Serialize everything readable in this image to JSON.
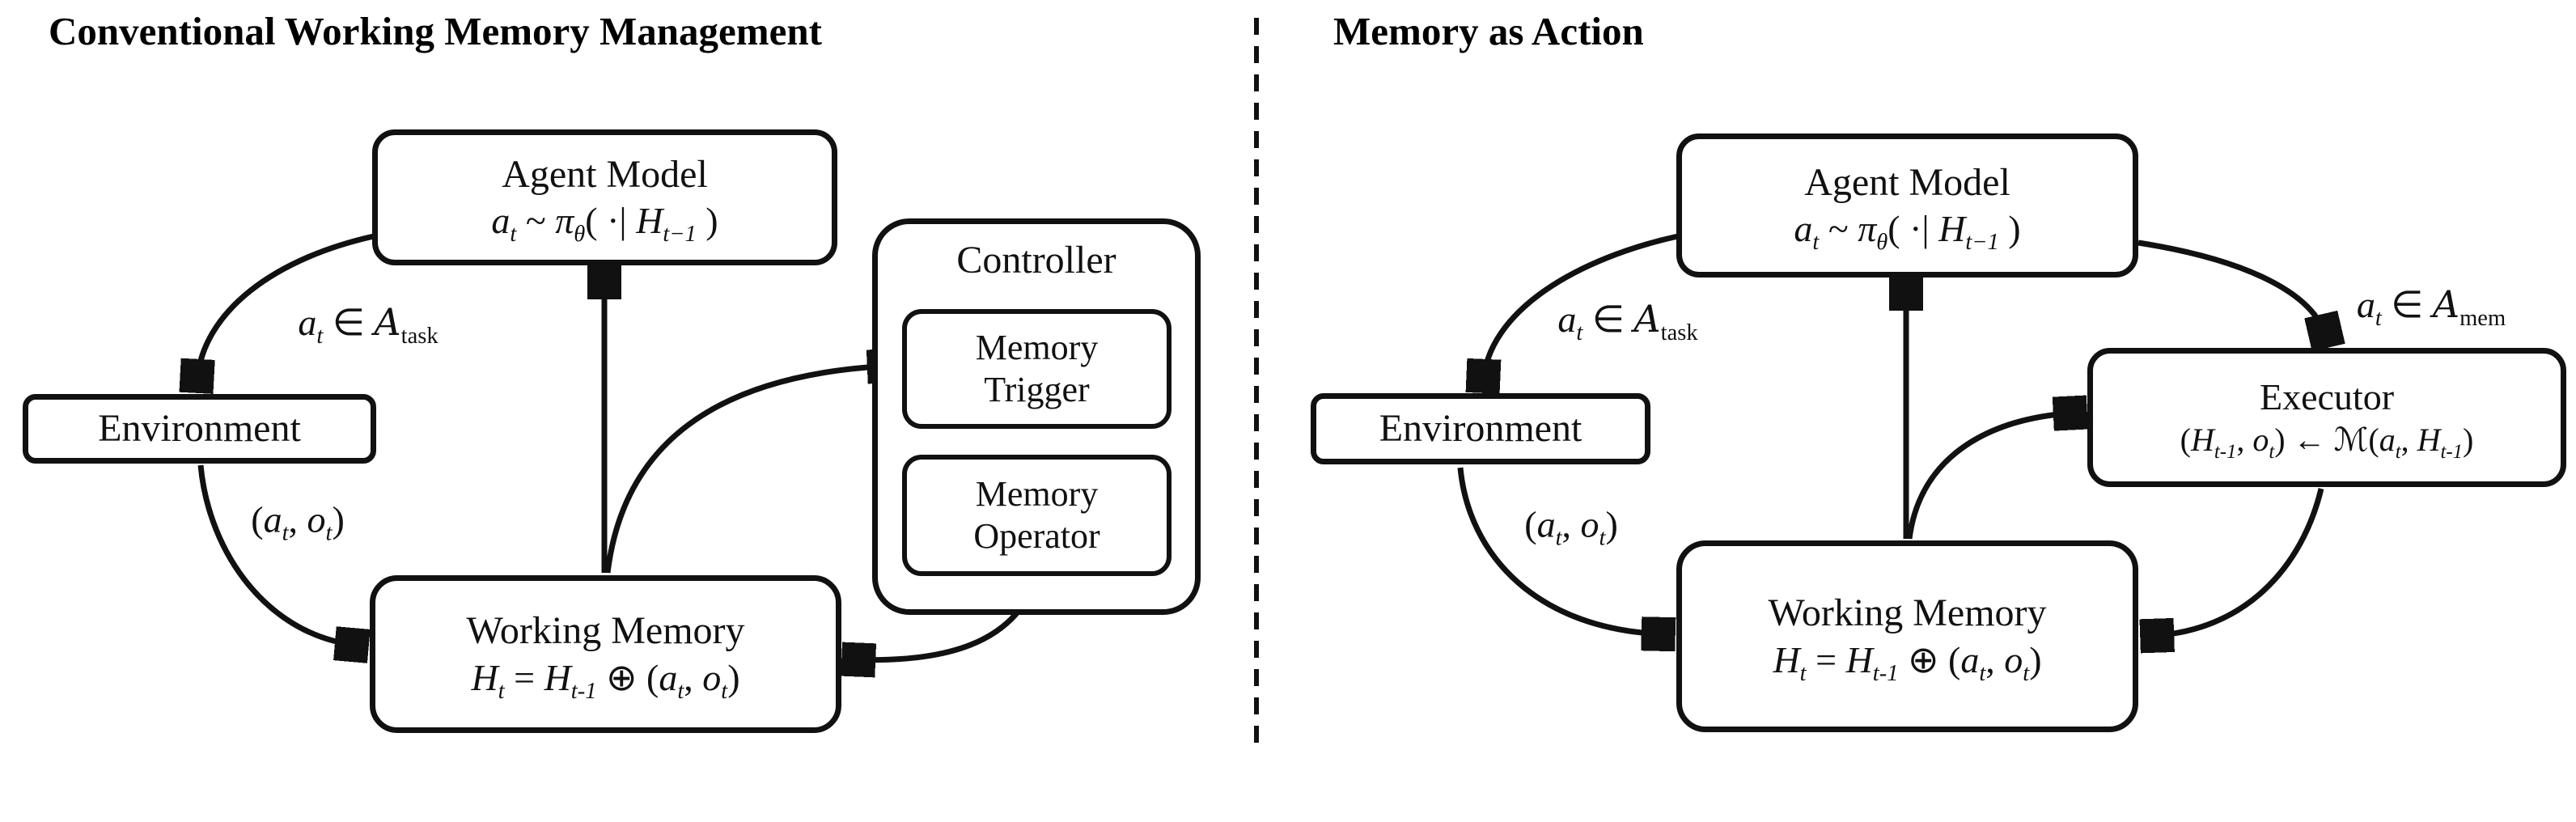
{
  "colors": {
    "ink": "#111111",
    "background": "#ffffff"
  },
  "left": {
    "title": "Conventional Working Memory Management",
    "agent_model": {
      "title": "Agent Model",
      "formula": [
        {
          "x": "a",
          "s": "t"
        },
        {
          "x": " ~ ",
          "f": "rm"
        },
        {
          "x": "π",
          "s": "θ"
        },
        {
          "x": "( ",
          "f": "rm"
        },
        {
          "x": "·| ",
          "f": "rm"
        },
        {
          "x": "H",
          "s": "t−1"
        },
        {
          "x": " )",
          "f": "rm"
        }
      ]
    },
    "environment": {
      "label": "Environment"
    },
    "working_memory": {
      "title": "Working Memory",
      "formula": [
        {
          "x": "H",
          "s": "t"
        },
        {
          "x": " = ",
          "f": "rm"
        },
        {
          "x": "H",
          "s": "t-1"
        },
        {
          "x": " ⊕ (",
          "f": "rm"
        },
        {
          "x": "a",
          "s": "t"
        },
        {
          "x": ", ",
          "f": "rm"
        },
        {
          "x": "o",
          "s": "t"
        },
        {
          "x": ")",
          "f": "rm"
        }
      ]
    },
    "controller": {
      "title": "Controller",
      "memory_trigger": "Memory Trigger",
      "memory_operator": "Memory Operator"
    },
    "edge_labels": {
      "task_action": [
        {
          "x": "a",
          "s": "t"
        },
        {
          "x": " ∈ ",
          "f": "rm"
        },
        {
          "x": "A",
          "f": "cal",
          "r": "task"
        }
      ],
      "observation": [
        {
          "x": "(",
          "f": "rm"
        },
        {
          "x": "a",
          "s": "t"
        },
        {
          "x": ", ",
          "f": "rm"
        },
        {
          "x": "o",
          "s": "t"
        },
        {
          "x": ")",
          "f": "rm"
        }
      ]
    }
  },
  "right": {
    "title": "Memory as Action",
    "agent_model": {
      "title": "Agent Model",
      "formula": [
        {
          "x": "a",
          "s": "t"
        },
        {
          "x": " ~ ",
          "f": "rm"
        },
        {
          "x": "π",
          "s": "θ"
        },
        {
          "x": "( ",
          "f": "rm"
        },
        {
          "x": "·| ",
          "f": "rm"
        },
        {
          "x": "H",
          "s": "t−1"
        },
        {
          "x": " )",
          "f": "rm"
        }
      ]
    },
    "environment": {
      "label": "Environment"
    },
    "working_memory": {
      "title": "Working Memory",
      "formula": [
        {
          "x": "H",
          "s": "t"
        },
        {
          "x": " = ",
          "f": "rm"
        },
        {
          "x": "H",
          "s": "t-1"
        },
        {
          "x": " ⊕ (",
          "f": "rm"
        },
        {
          "x": "a",
          "s": "t"
        },
        {
          "x": ", ",
          "f": "rm"
        },
        {
          "x": "o",
          "s": "t"
        },
        {
          "x": ")",
          "f": "rm"
        }
      ]
    },
    "executor": {
      "title": "Executor",
      "formula": [
        {
          "x": "(",
          "f": "rm"
        },
        {
          "x": "H",
          "s": "t-1"
        },
        {
          "x": ", ",
          "f": "rm"
        },
        {
          "x": "o",
          "s": "t"
        },
        {
          "x": ") ← ",
          "f": "rm"
        },
        {
          "x": "ℳ",
          "f": "cal"
        },
        {
          "x": "(",
          "f": "rm"
        },
        {
          "x": "a",
          "s": "t"
        },
        {
          "x": ", ",
          "f": "rm"
        },
        {
          "x": "H",
          "s": "t-1"
        },
        {
          "x": ")",
          "f": "rm"
        }
      ]
    },
    "edge_labels": {
      "task_action": [
        {
          "x": "a",
          "s": "t"
        },
        {
          "x": " ∈ ",
          "f": "rm"
        },
        {
          "x": "A",
          "f": "cal",
          "r": "task"
        }
      ],
      "mem_action": [
        {
          "x": "a",
          "s": "t"
        },
        {
          "x": " ∈ ",
          "f": "rm"
        },
        {
          "x": "A",
          "f": "cal",
          "r": "mem"
        }
      ],
      "observation": [
        {
          "x": "(",
          "f": "rm"
        },
        {
          "x": "a",
          "s": "t"
        },
        {
          "x": ", ",
          "f": "rm"
        },
        {
          "x": "o",
          "s": "t"
        },
        {
          "x": ")",
          "f": "rm"
        }
      ]
    }
  }
}
